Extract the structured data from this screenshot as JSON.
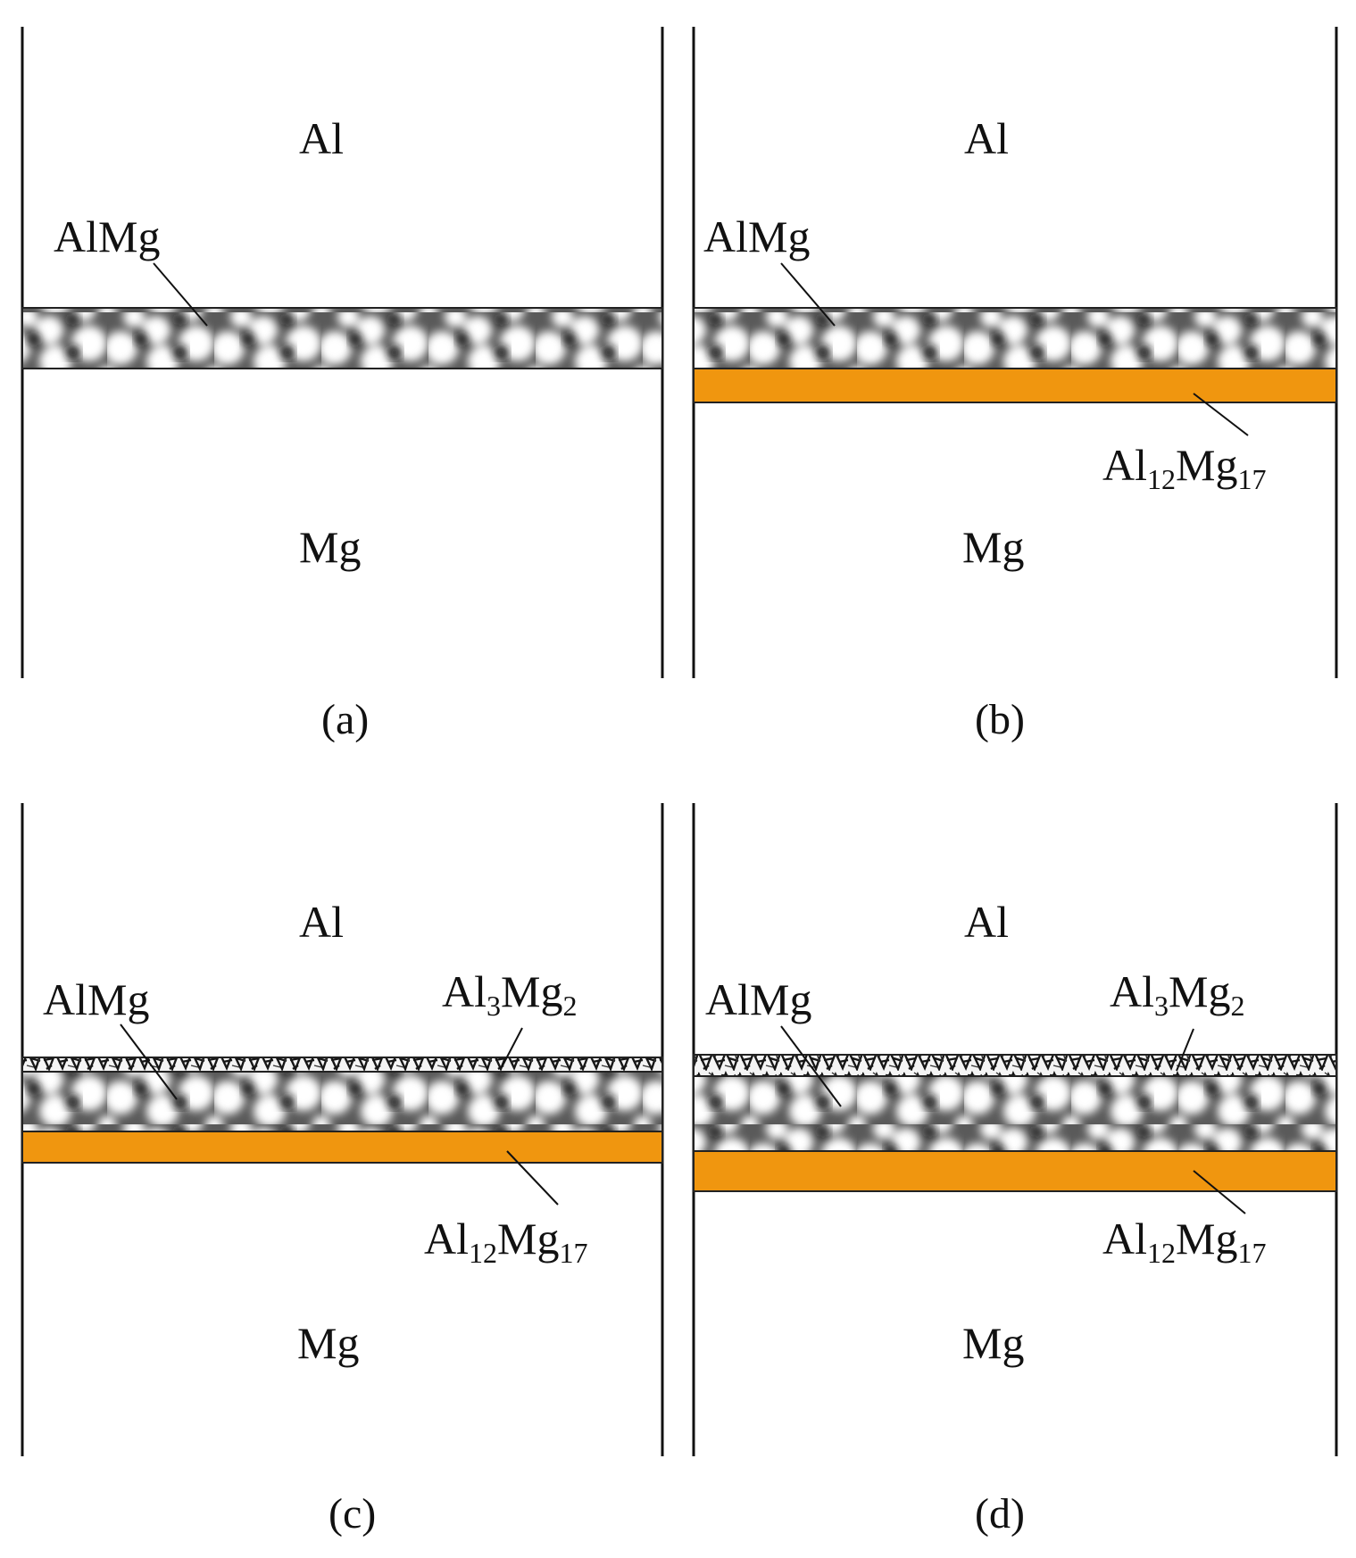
{
  "panels": [
    {
      "caption": "(a)",
      "top_material": "Al",
      "bottom_material": "Mg",
      "layers": [
        {
          "id": "almg",
          "label": "AlMg",
          "texture": "grain"
        }
      ]
    },
    {
      "caption": "(b)",
      "top_material": "Al",
      "bottom_material": "Mg",
      "layers": [
        {
          "id": "almg",
          "label": "AlMg",
          "texture": "grain"
        },
        {
          "id": "al12mg17",
          "label": "Al12Mg17",
          "label_base1": "Al",
          "label_sub1": "12",
          "label_base2": "Mg",
          "label_sub2": "17",
          "texture": "solid",
          "color": "#f0960f"
        }
      ]
    },
    {
      "caption": "(c)",
      "top_material": "Al",
      "bottom_material": "Mg",
      "layers": [
        {
          "id": "al3mg2",
          "label": "Al3Mg2",
          "label_base1": "Al",
          "label_sub1": "3",
          "label_base2": "Mg",
          "label_sub2": "2",
          "texture": "mesh"
        },
        {
          "id": "almg",
          "label": "AlMg",
          "texture": "grain"
        },
        {
          "id": "al12mg17",
          "label": "Al12Mg17",
          "label_base1": "Al",
          "label_sub1": "12",
          "label_base2": "Mg",
          "label_sub2": "17",
          "texture": "solid",
          "color": "#f0960f"
        }
      ]
    },
    {
      "caption": "(d)",
      "top_material": "Al",
      "bottom_material": "Mg",
      "layers": [
        {
          "id": "al3mg2",
          "label": "Al3Mg2",
          "label_base1": "Al",
          "label_sub1": "3",
          "label_base2": "Mg",
          "label_sub2": "2",
          "texture": "mesh"
        },
        {
          "id": "almg",
          "label": "AlMg",
          "texture": "grain"
        },
        {
          "id": "al12mg17",
          "label": "Al12Mg17",
          "label_base1": "Al",
          "label_sub1": "12",
          "label_base2": "Mg",
          "label_sub2": "17",
          "texture": "solid",
          "color": "#f0960f"
        }
      ]
    }
  ]
}
